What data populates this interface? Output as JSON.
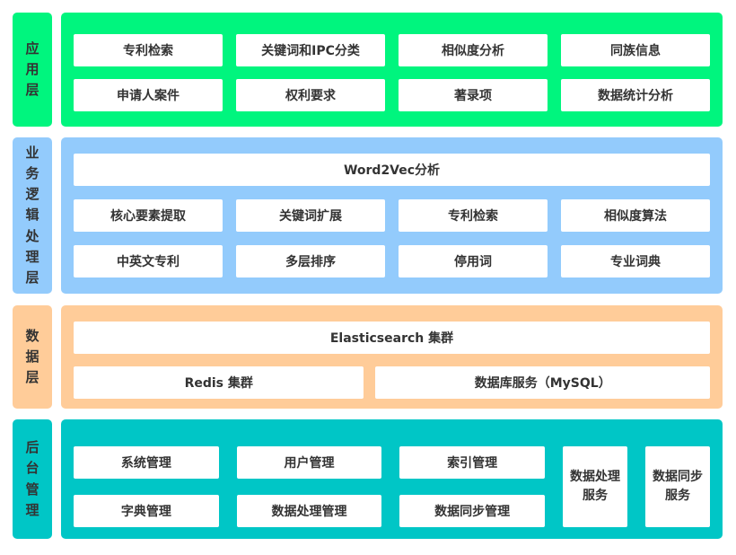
{
  "colors": {
    "app_layer": "#00f57e",
    "logic_layer": "#93cbfc",
    "data_layer": "#ffcc99",
    "admin_layer": "#00c6c6",
    "text": "#333333",
    "box_bg": "#ffffff"
  },
  "app_layer": {
    "label": "应用层",
    "row1": [
      "专利检索",
      "关键词和IPC分类",
      "相似度分析",
      "同族信息"
    ],
    "row2": [
      "申请人案件",
      "权利要求",
      "著录项",
      "数据统计分析"
    ]
  },
  "logic_layer": {
    "label": "业务逻辑处理层",
    "full_width": "Word2Vec分析",
    "row1": [
      "核心要素提取",
      "关键词扩展",
      "专利检索",
      "相似度算法"
    ],
    "row2": [
      "中英文专利",
      "多层排序",
      "停用词",
      "专业词典"
    ]
  },
  "data_layer": {
    "label": "数据层",
    "full_width": "Elasticsearch 集群",
    "row1": [
      "Redis 集群",
      "数据库服务（MySQL）"
    ]
  },
  "admin_layer": {
    "label": "后台管理",
    "row1": [
      "系统管理",
      "用户管理",
      "索引管理"
    ],
    "row2": [
      "字典管理",
      "数据处理管理",
      "数据同步管理"
    ],
    "services": [
      "数据处理\n服务",
      "数据同步\n服务"
    ]
  }
}
